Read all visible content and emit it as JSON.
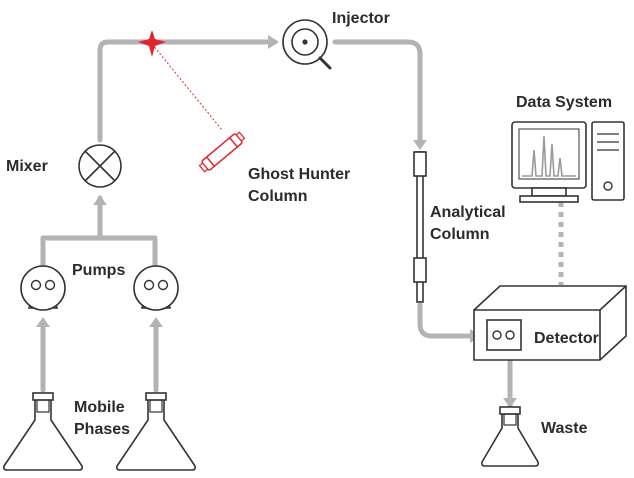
{
  "labels": {
    "injector": "Injector",
    "data_system": "Data System",
    "mixer": "Mixer",
    "ghost_hunter": "Ghost Hunter",
    "ghost_hunter_2": "Column",
    "analytical": "Analytical",
    "analytical_2": "Column",
    "pumps": "Pumps",
    "detector": "Detector",
    "mobile": "Mobile",
    "mobile_2": "Phases",
    "waste": "Waste"
  },
  "colors": {
    "flow_line": "#b3b3b3",
    "outline": "#333333",
    "ghost_hunter_accent": "#e0262b",
    "spectrum_peaks": "#9a9a9a"
  },
  "icons": {
    "injector": "injector-valve-icon",
    "mixer": "mixer-valve-icon",
    "pumps": "pump-icon",
    "bottles": "erlenmeyer-flask-icon",
    "data_system": "computer-icon",
    "detector": "detector-box-icon",
    "star": "red-star-icon"
  }
}
